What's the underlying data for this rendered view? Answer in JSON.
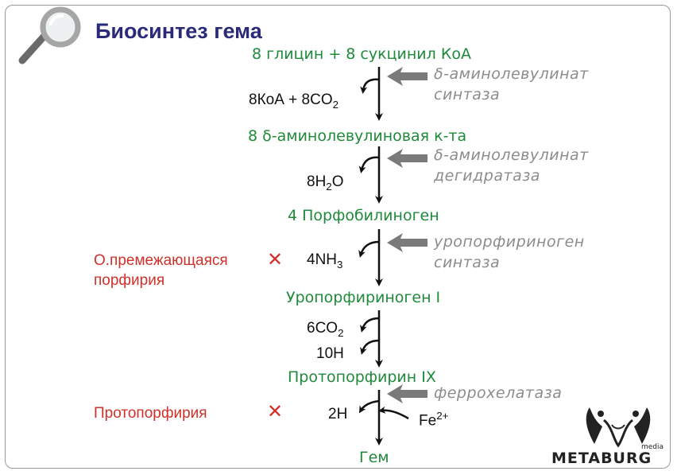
{
  "header": {
    "title": "Биосинтез гема",
    "icon": "magnifier-icon"
  },
  "substrates": [
    "8 глицин + 8 сукцинил КоА",
    "8 δ-аминолевулиновая к-та",
    "4 Порфобилиноген",
    "Уропорфириноген I",
    "Протопорфирин IX",
    "Гем"
  ],
  "enzymes": [
    {
      "line1": "δ-аминолевулинат",
      "line2": "синтаза"
    },
    {
      "line1": "δ-аминолевулинат",
      "line2": "дегидратаза"
    },
    {
      "line1": "уропорфириноген",
      "line2": "синтаза"
    },
    {
      "line1": "феррохелатаза",
      "line2": ""
    }
  ],
  "byproducts": {
    "step1": {
      "main": "8КоА + 8CO",
      "sub": "2"
    },
    "step2": {
      "pre": "8H",
      "sub": "2",
      "post": "O"
    },
    "step3": {
      "main": "4NH",
      "sub": "3"
    },
    "step4a": {
      "main": "6CO",
      "sub": "2"
    },
    "step4b": "10H",
    "step5": "2H",
    "fe": {
      "main": "Fe",
      "sup": "2+"
    }
  },
  "diseases": [
    {
      "line1": "О.премежающаяся",
      "line2": "порфирия"
    },
    {
      "line1": "Протопорфирия",
      "line2": ""
    }
  ],
  "logo": {
    "text": "METABURG",
    "media": "media"
  },
  "colors": {
    "title": "#2a2a7a",
    "substrate": "#1f8a3a",
    "enzyme": "#8c8c8c",
    "disease": "#d0302a",
    "arrow": "#111111",
    "enzyme_arrow": "#7a7a7a"
  }
}
